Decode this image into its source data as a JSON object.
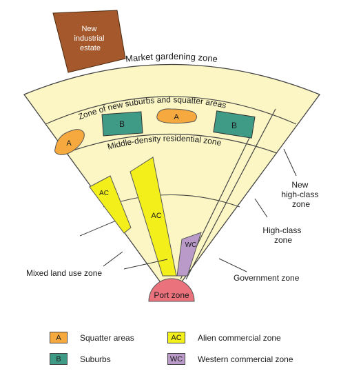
{
  "industrial_estate": [
    "New",
    "industrial",
    "estate"
  ],
  "zones": {
    "market_gardening": "Market  gardening  zone",
    "new_suburbs": "Zone of new suburbs and squatter areas",
    "middle_density": "Middle-density residential zone",
    "port": "Port zone"
  },
  "area_labels": {
    "squatter": "A",
    "suburbs": "B",
    "alien_commercial": "AC",
    "western_commercial": "WC"
  },
  "callouts": {
    "new_high_class": [
      "New",
      "high-class",
      "zone"
    ],
    "high_class": [
      "High-class",
      "zone"
    ],
    "government": "Government zone",
    "mixed_land_use": "Mixed land use zone"
  },
  "legend": [
    {
      "key": "A",
      "label": "Squatter areas",
      "color": "#f5a93e"
    },
    {
      "key": "AC",
      "label": "Alien commercial zone",
      "color": "#f2ef1b"
    },
    {
      "key": "B",
      "label": "Suburbs",
      "color": "#3f9a86"
    },
    {
      "key": "WC",
      "label": "Western commercial zone",
      "color": "#b99ac8"
    }
  ],
  "colors": {
    "zone_fill": "#fbf6c4",
    "industrial": "#a4582b",
    "port": "#e9727d",
    "outline": "#444444"
  }
}
